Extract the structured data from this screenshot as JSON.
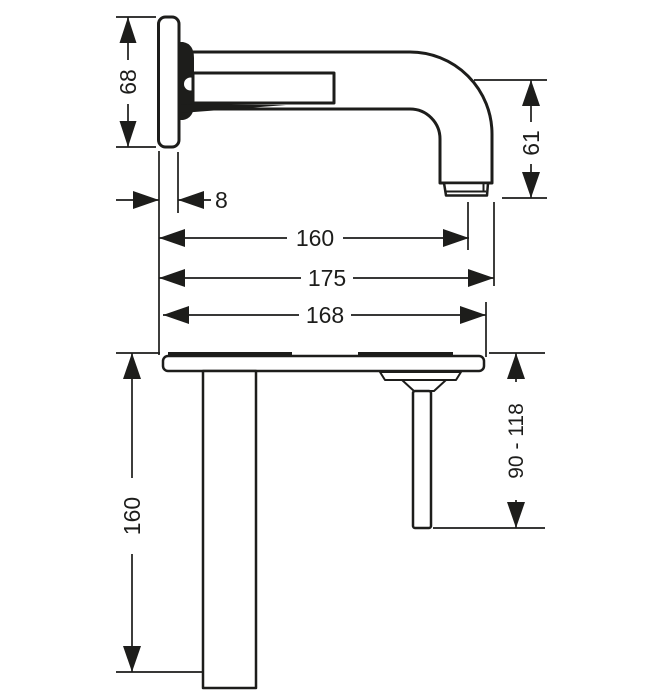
{
  "diagram": {
    "colors": {
      "line": "#1d1d1b",
      "background": "#ffffff"
    },
    "views": {
      "side_view": {
        "dimensions": {
          "escutcheon_height": "68",
          "escutcheon_depth": "8",
          "spout_reach": "160",
          "total_projection": "175",
          "plate_width": "168",
          "outlet_drop": "61"
        }
      },
      "plan_view": {
        "dimensions": {
          "spout_projection": "160",
          "handle_projection_range": "90 - 118"
        }
      }
    }
  }
}
